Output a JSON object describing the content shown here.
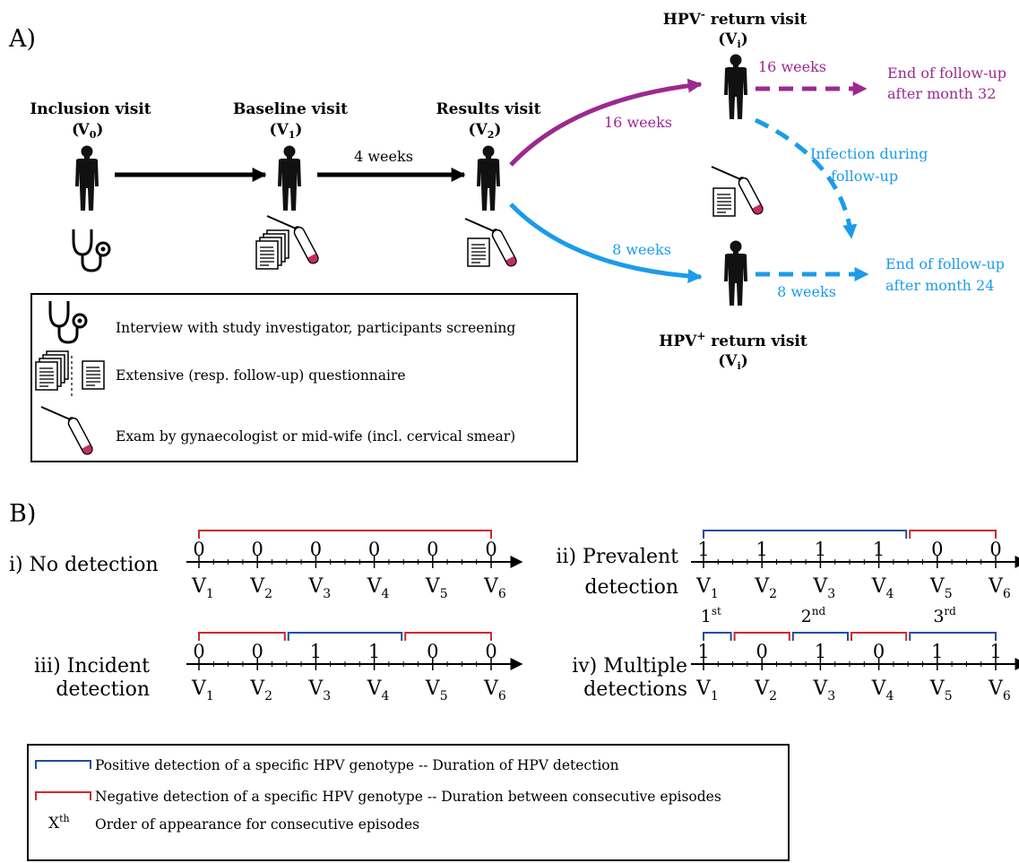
{
  "colors": {
    "black": "#000000",
    "purple": "#9b2a8f",
    "blue": "#1c9bea",
    "pos_bracket": "#1f4e9c",
    "neg_bracket": "#cc2a2a",
    "vial": "#c0305a"
  },
  "icons": [
    "person-icon",
    "stethoscope-icon",
    "questionnaire-stack-icon",
    "questionnaire-icon",
    "swab-tube-icon"
  ],
  "panel_a": {
    "label": "A)",
    "inclusion": {
      "title": "Inclusion visit",
      "code": "V",
      "sub": "0"
    },
    "baseline": {
      "title": "Baseline visit",
      "code": "V",
      "sub": "1"
    },
    "results": {
      "title": "Results visit",
      "code": "V",
      "sub": "2"
    },
    "hpv_neg": {
      "title_pre": "HPV",
      "title_sup": "-",
      "title_post": " return visit",
      "code": "V",
      "sub": "i"
    },
    "hpv_pos": {
      "title_pre": "HPV",
      "title_sup": "+",
      "title_post": " return visit",
      "code": "V",
      "sub": "i"
    },
    "four_weeks": "4 weeks",
    "sixteen_weeks_a": "16 weeks",
    "sixteen_weeks_b": "16 weeks",
    "eight_weeks_a": "8 weeks",
    "eight_weeks_b": "8 weeks",
    "end32_l1": "End of follow-up",
    "end32_l2": "after month 32",
    "end24_l1": "End of follow-up",
    "end24_l2": "after month 24",
    "infection_l1": "Infection during",
    "infection_l2": "follow-up",
    "legend": {
      "interview": "Interview with study investigator, participants screening",
      "questionnaire": "Extensive (resp. follow-up) questionnaire",
      "exam": "Exam by gynaecologist or mid-wife (incl. cervical smear)"
    }
  },
  "panel_b": {
    "label": "B)",
    "visit_letter": "V",
    "visit_subs": [
      "1",
      "2",
      "3",
      "4",
      "5",
      "6"
    ],
    "timelines": [
      {
        "title_l1": "i) No detection",
        "title_l2": "",
        "values": [
          "0",
          "0",
          "0",
          "0",
          "0",
          "0"
        ]
      },
      {
        "title_l1": "ii) Prevalent",
        "title_l2": "detection",
        "values": [
          "1",
          "1",
          "1",
          "1",
          "0",
          "0"
        ]
      },
      {
        "title_l1": "iii) Incident",
        "title_l2": "detection",
        "values": [
          "0",
          "0",
          "1",
          "1",
          "0",
          "0"
        ]
      },
      {
        "title_l1": "iv) Multiple",
        "title_l2": "detections",
        "values": [
          "1",
          "0",
          "1",
          "0",
          "1",
          "1"
        ],
        "orders": [
          {
            "num": "1",
            "sup": "st"
          },
          {
            "num": "2",
            "sup": "nd"
          },
          {
            "num": "3",
            "sup": "rd"
          }
        ]
      }
    ],
    "legend": {
      "positive": "Positive detection of a specific HPV genotype -- Duration of HPV detection",
      "negative": "Negative detection of a specific HPV genotype -- Duration between consecutive episodes",
      "order_symbol": "X",
      "order_sup": "th",
      "order": "Order of appearance for consecutive episodes"
    }
  }
}
